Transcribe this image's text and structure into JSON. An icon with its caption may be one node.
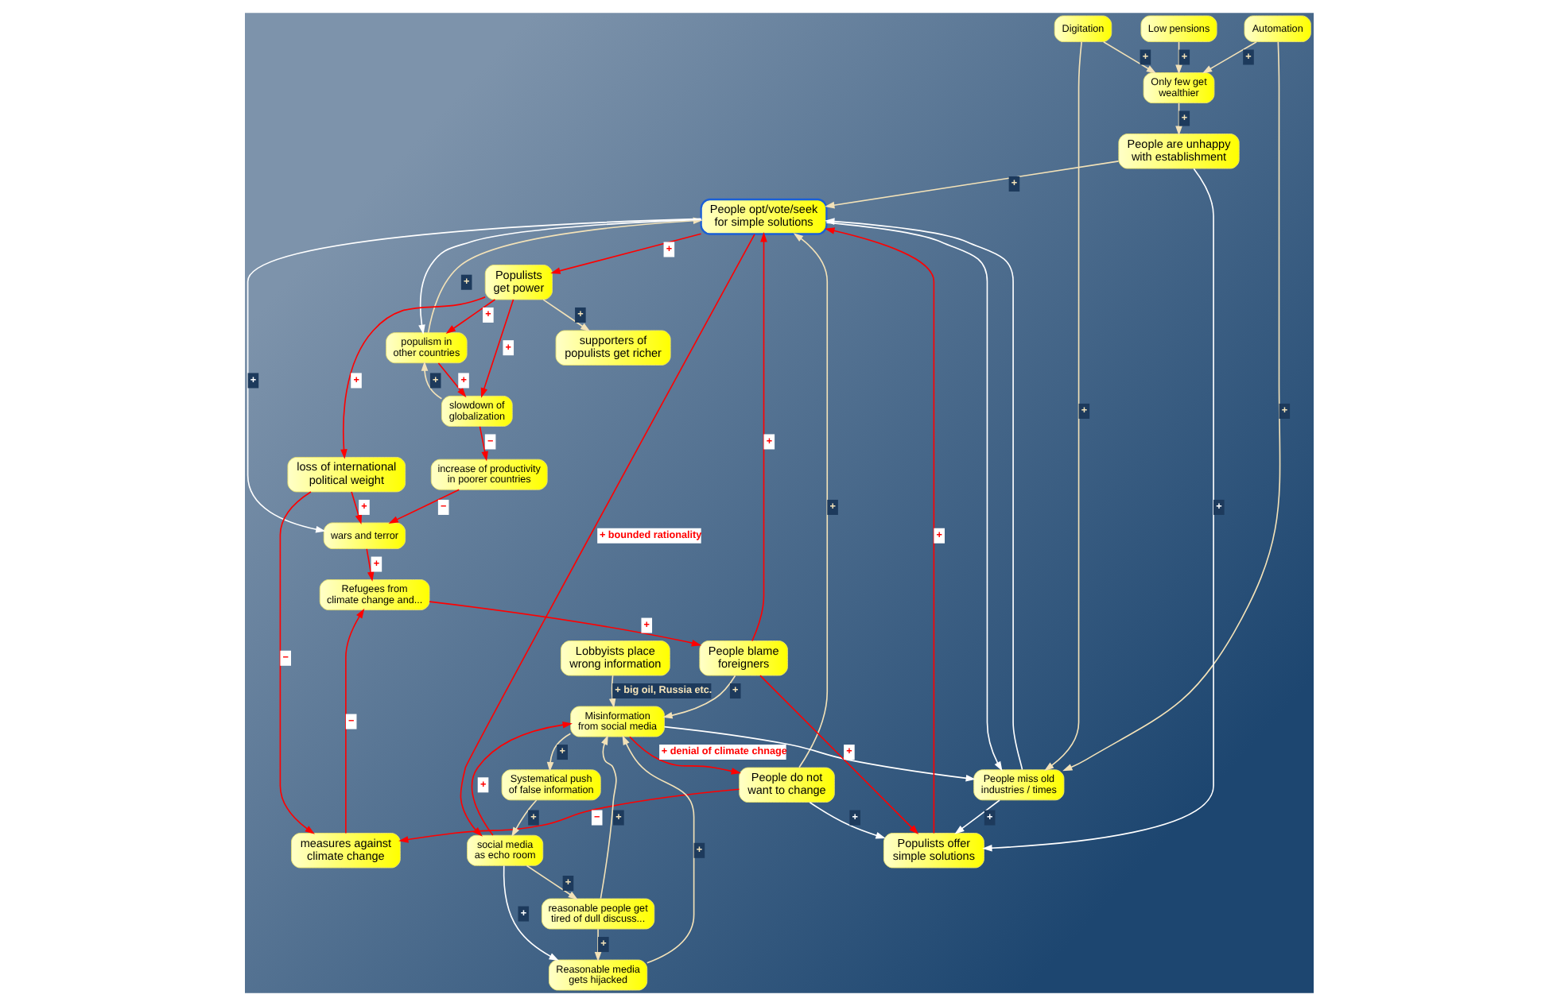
{
  "diagram": {
    "nodes": [
      {
        "text": [
          "Low pensions"
        ]
      },
      {
        "text": [
          "Only few get wealthier"
        ]
      },
      {
        "text": [
          "Digitation"
        ]
      },
      {
        "text": [
          "Automation"
        ]
      },
      {
        "text": [
          "People miss old industries / times"
        ]
      },
      {
        "text": [
          "People are unhappy with establishment"
        ]
      },
      {
        "text": [
          "People do not want to change"
        ]
      },
      {
        "text": [
          "populism in other countries"
        ]
      },
      {
        "text": [
          "People opt/vote/seek for simple solutions"
        ]
      },
      {
        "text": [
          "Lobbyists place wrong information"
        ]
      },
      {
        "text": [
          "Systematical push of false information"
        ]
      },
      {
        "text": [
          "social media as echo room"
        ]
      },
      {
        "text": [
          "Misinformation from social media"
        ]
      },
      {
        "text": [
          "reasonable people get tired of dull discuss..."
        ]
      },
      {
        "text": [
          "People blame foreigners"
        ]
      },
      {
        "text": [
          "Reasonable media gets hijacked"
        ]
      },
      {
        "text": [
          "Populists offer simple solutions"
        ]
      },
      {
        "text": [
          "Populists get power"
        ]
      },
      {
        "text": [
          "slowdown of globalization"
        ]
      },
      {
        "text": [
          "measures against climate change"
        ]
      },
      {
        "text": [
          "Refugees from climate change and..."
        ]
      },
      {
        "text": [
          "supporters of populists get richer"
        ]
      },
      {
        "text": [
          "loss of international political weight"
        ]
      },
      {
        "text": [
          "increase of productivity in poorer countries"
        ]
      },
      {
        "text": [
          "wars and terror"
        ]
      }
    ],
    "edges": [
      {
        "from": 0,
        "to": 1,
        "arrow": "to",
        "label": "+"
      },
      {
        "from": 2,
        "to": 1,
        "arrow": "to",
        "label": "+"
      },
      {
        "from": 3,
        "to": 1,
        "arrow": "to",
        "label": "+"
      },
      {
        "from": 1,
        "to": 5,
        "arrow": "to",
        "label": "+"
      },
      {
        "from": 2,
        "to": 4,
        "arrow": "to",
        "label": "+"
      },
      {
        "from": 3,
        "to": 4,
        "arrow": "to",
        "label": "+"
      },
      {
        "from": 4,
        "to": 8,
        "arrow": "to",
        "color": "#ffffff"
      },
      {
        "from": 8,
        "to": 4,
        "arrow": "to",
        "color": "#ffffff"
      },
      {
        "from": 12,
        "to": 4,
        "arrow": "to",
        "color": "#ffffff"
      },
      {
        "from": 4,
        "to": 16,
        "arrow": "to",
        "label": "+",
        "color": "#ffffff"
      },
      {
        "from": 5,
        "to": 8,
        "arrow": "to",
        "label": "+"
      },
      {
        "from": 5,
        "to": 16,
        "arrow": "to",
        "label": "+",
        "color": "#ffffff"
      },
      {
        "from": 6,
        "to": 8,
        "arrow": "to",
        "label": "+"
      },
      {
        "from": 6,
        "to": 16,
        "arrow": "to",
        "label": "+",
        "color": "#ffffff"
      },
      {
        "from": 6,
        "to": 19,
        "arrow": "to",
        "label": "−",
        "color": "#ff0000"
      },
      {
        "from": 7,
        "to": 8,
        "arrow": "to",
        "label": "+"
      },
      {
        "from": 8,
        "to": 7,
        "arrow": "to",
        "color": "#ffffff"
      },
      {
        "from": 17,
        "to": 7,
        "arrow": "to",
        "label": "+",
        "color": "#ff0000"
      },
      {
        "from": 7,
        "to": 18,
        "arrow": "to",
        "label": "+",
        "color": "#ff0000"
      },
      {
        "from": 18,
        "to": 7,
        "arrow": "to",
        "label": "+"
      },
      {
        "from": 8,
        "to": 17,
        "arrow": "to",
        "label": "+",
        "color": "#ff0000"
      },
      {
        "from": 8,
        "to": 11,
        "arrow": "to",
        "label": "+ bounded rationality",
        "color": "#ff0000"
      },
      {
        "from": 12,
        "to": 6,
        "arrow": "to",
        "label": "+ denial of climate chnage",
        "color": "#ff0000"
      },
      {
        "from": 9,
        "to": 12,
        "arrow": "to",
        "label": "+ big oil, Russia etc."
      },
      {
        "from": 12,
        "to": 10,
        "arrow": "to",
        "label": "+"
      },
      {
        "from": 10,
        "to": 11,
        "arrow": "to",
        "label": "+"
      },
      {
        "from": 11,
        "to": 12,
        "arrow": "to",
        "label": "+",
        "color": "#ff0000"
      },
      {
        "from": 11,
        "to": 13,
        "arrow": "to",
        "label": "+"
      },
      {
        "from": 11,
        "to": 15,
        "arrow": "to",
        "label": "+",
        "color": "#ffffff"
      },
      {
        "from": 13,
        "to": 12,
        "arrow": "to",
        "label": "+"
      },
      {
        "from": 13,
        "to": 15,
        "arrow": "to",
        "label": "+"
      },
      {
        "from": 15,
        "to": 12,
        "arrow": "to",
        "label": "+"
      },
      {
        "from": 14,
        "to": 12,
        "arrow": "to",
        "label": "+"
      },
      {
        "from": 14,
        "to": 8,
        "arrow": "to",
        "label": "+",
        "color": "#ff0000"
      },
      {
        "from": 14,
        "to": 16,
        "arrow": "to",
        "label": "+",
        "color": "#ff0000"
      },
      {
        "from": 20,
        "to": 14,
        "arrow": "to",
        "label": "+",
        "color": "#ff0000"
      },
      {
        "from": 16,
        "to": 8,
        "arrow": "to",
        "label": "+",
        "color": "#ff0000"
      },
      {
        "from": 8,
        "to": 24,
        "arrow": "to",
        "label": "+",
        "color": "#ffffff"
      },
      {
        "from": 17,
        "to": 18,
        "arrow": "to",
        "label": "+",
        "color": "#ff0000"
      },
      {
        "from": 17,
        "to": 21,
        "arrow": "to",
        "label": "+"
      },
      {
        "from": 17,
        "to": 22,
        "arrow": "to",
        "label": "+",
        "color": "#ff0000"
      },
      {
        "from": 22,
        "to": 19,
        "arrow": "to",
        "label": "−",
        "color": "#ff0000"
      },
      {
        "from": 22,
        "to": 24,
        "arrow": "to",
        "label": "+",
        "color": "#ff0000"
      },
      {
        "from": 19,
        "to": 20,
        "arrow": "to",
        "label": "−",
        "color": "#ff0000"
      },
      {
        "from": 24,
        "to": 20,
        "arrow": "to",
        "label": "+",
        "color": "#ff0000"
      },
      {
        "from": 18,
        "to": 23,
        "arrow": "to",
        "label": "−",
        "color": "#ff0000"
      },
      {
        "from": 23,
        "to": 24,
        "arrow": "to",
        "label": "−",
        "color": "#ff0000"
      }
    ]
  }
}
